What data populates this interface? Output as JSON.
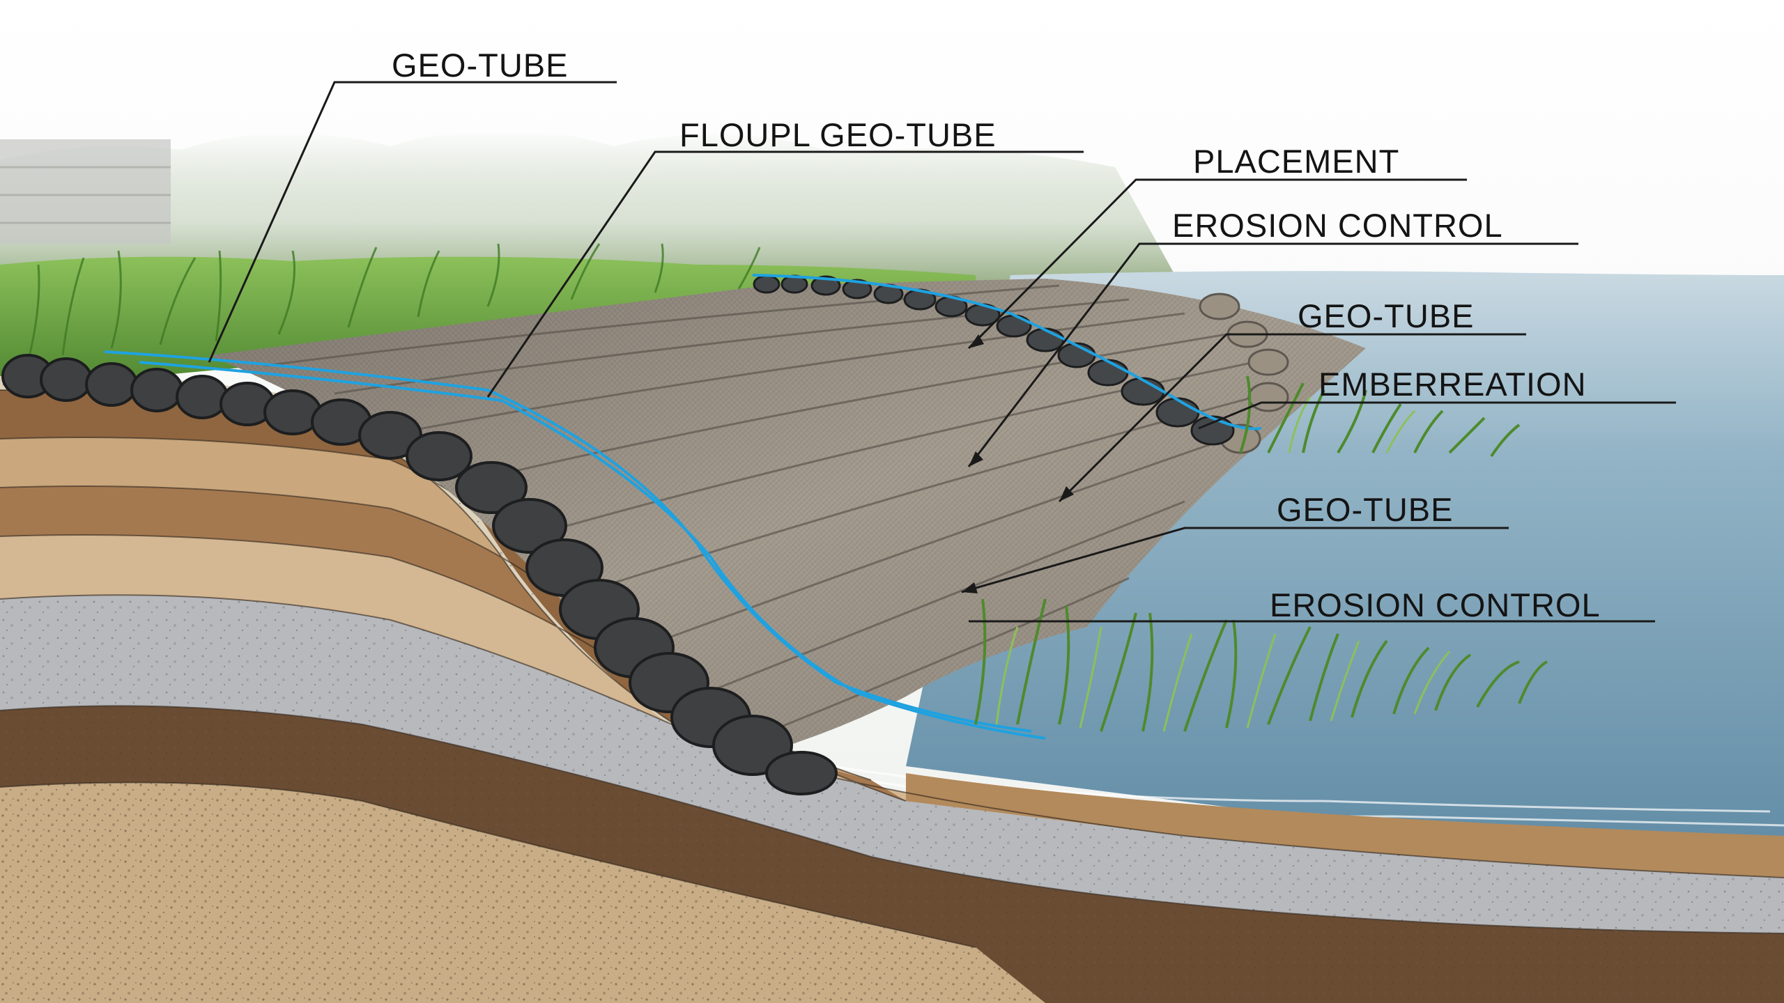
{
  "colors": {
    "water": "#7fa3b8",
    "grass": "#5f9a3a",
    "tube_mesh": "#8f877c",
    "geo_tube_coil": "#3e4042",
    "rope": "#1fa2e0",
    "soil_sand": "#c9ad86",
    "soil_brown": "#8f6640",
    "soil_gray": "#b7b9bd",
    "soil_dark": "#6a4c33",
    "callout_line": "#1a1a1a"
  },
  "callouts": [
    {
      "id": "geo-tube-top",
      "text": "GEO-TUBE"
    },
    {
      "id": "floupl-geo-tube",
      "text": "FLOUPL GEO-TUBE"
    },
    {
      "id": "placement",
      "text": "PLACEMENT"
    },
    {
      "id": "erosion-control-upper",
      "text": "EROSION CONTROL"
    },
    {
      "id": "geo-tube-right",
      "text": "GEO-TUBE"
    },
    {
      "id": "emberreation",
      "text": "EMBERREATION"
    },
    {
      "id": "geo-tube-lower",
      "text": "GEO-TUBE"
    },
    {
      "id": "erosion-control-lower",
      "text": "EROSION CONTROL"
    }
  ]
}
